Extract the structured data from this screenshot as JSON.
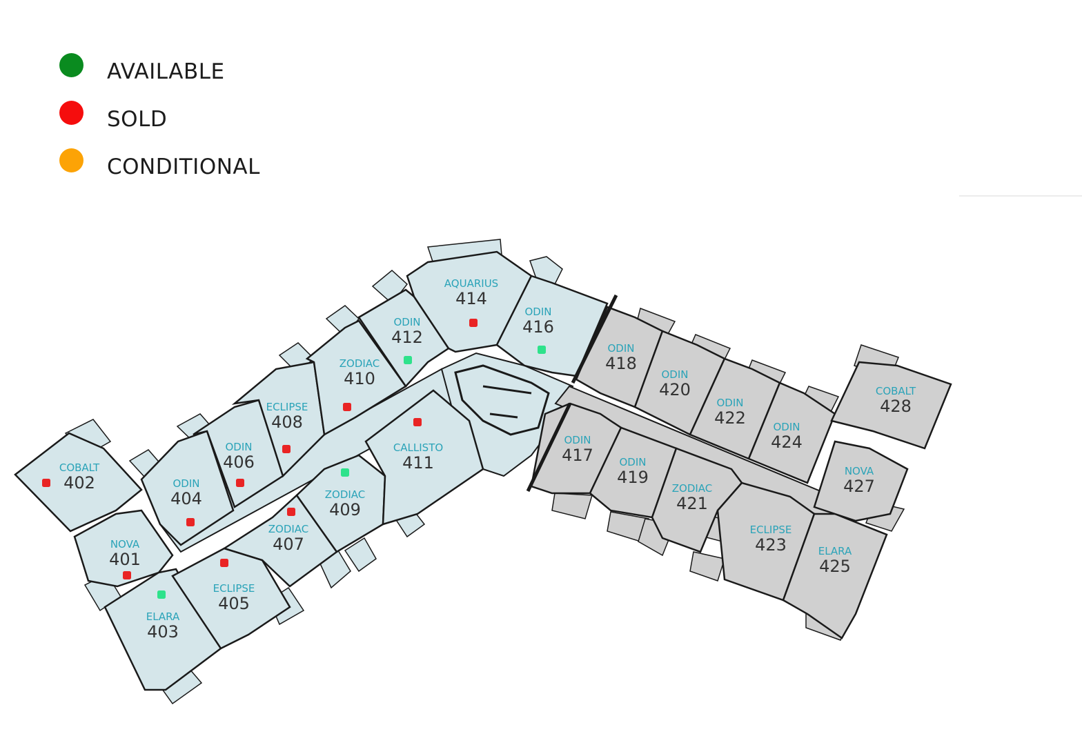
{
  "colors": {
    "available": "#0a8b1f",
    "sold": "#f50d0d",
    "conditional": "#fca306",
    "available_marker": "#2ee28b",
    "sold_marker": "#e92424",
    "phase1_fill": "#d5e6ea",
    "phase2_fill": "#d0d0d0",
    "label": "#2aa3b8",
    "wall": "#1a1a1a"
  },
  "legend": [
    {
      "status": "available",
      "label": "AVAILABLE"
    },
    {
      "status": "sold",
      "label": "SOLD"
    },
    {
      "status": "conditional",
      "label": "CONDITIONAL"
    }
  ],
  "units": [
    {
      "number": "402",
      "model": "COBALT",
      "status": "sold"
    },
    {
      "number": "401",
      "model": "NOVA",
      "status": "sold"
    },
    {
      "number": "403",
      "model": "ELARA",
      "status": "available"
    },
    {
      "number": "404",
      "model": "ODIN",
      "status": "sold"
    },
    {
      "number": "405",
      "model": "ECLIPSE",
      "status": "sold"
    },
    {
      "number": "406",
      "model": "ODIN",
      "status": "sold"
    },
    {
      "number": "407",
      "model": "ZODIAC",
      "status": "sold"
    },
    {
      "number": "408",
      "model": "ECLIPSE",
      "status": "sold"
    },
    {
      "number": "409",
      "model": "ZODIAC",
      "status": "available"
    },
    {
      "number": "410",
      "model": "ZODIAC",
      "status": "sold"
    },
    {
      "number": "411",
      "model": "CALLISTO",
      "status": "sold"
    },
    {
      "number": "412",
      "model": "ODIN",
      "status": "available"
    },
    {
      "number": "414",
      "model": "AQUARIUS",
      "status": "sold"
    },
    {
      "number": "416",
      "model": "ODIN",
      "status": "available"
    },
    {
      "number": "417",
      "model": "ODIN",
      "status": null
    },
    {
      "number": "418",
      "model": "ODIN",
      "status": null
    },
    {
      "number": "419",
      "model": "ODIN",
      "status": null
    },
    {
      "number": "420",
      "model": "ODIN",
      "status": null
    },
    {
      "number": "421",
      "model": "ZODIAC",
      "status": null
    },
    {
      "number": "422",
      "model": "ODIN",
      "status": null
    },
    {
      "number": "423",
      "model": "ECLIPSE",
      "status": null
    },
    {
      "number": "424",
      "model": "ODIN",
      "status": null
    },
    {
      "number": "425",
      "model": "ELARA",
      "status": null
    },
    {
      "number": "427",
      "model": "NOVA",
      "status": null
    },
    {
      "number": "428",
      "model": "COBALT",
      "status": null
    }
  ]
}
